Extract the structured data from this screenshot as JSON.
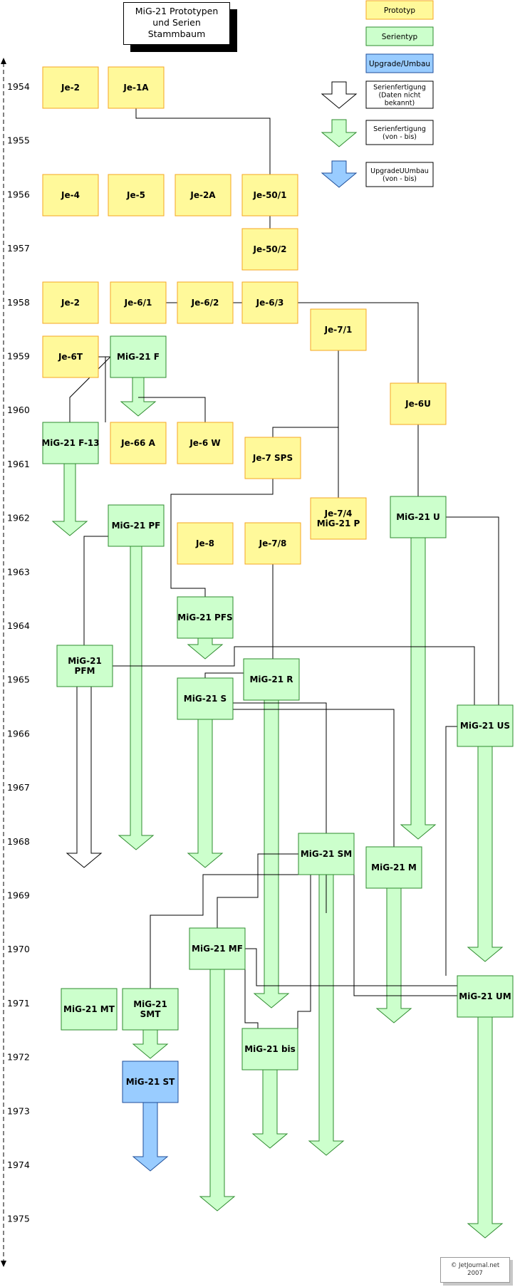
{
  "title": {
    "line1": "MiG-21 Prototypen",
    "line2": "und Serien",
    "line3": "Stammbaum"
  },
  "credit": {
    "line1": "© JetJournal.net",
    "line2": "2007"
  },
  "colors": {
    "prototype_fill": "#fff99a",
    "prototype_border": "#f5a623",
    "series_fill": "#ccffcc",
    "series_border": "#2e8b2e",
    "upgrade_fill": "#99ccff",
    "upgrade_border": "#1f4e99",
    "white_arrow_fill": "#ffffff",
    "line": "#000000"
  },
  "legend": [
    {
      "name": "legend-prototype",
      "kind": "box",
      "style": "prototype",
      "label": "Prototyp"
    },
    {
      "name": "legend-series",
      "kind": "box",
      "style": "series",
      "label": "Serientyp"
    },
    {
      "name": "legend-upgrade",
      "kind": "box",
      "style": "upgrade",
      "label": "Upgrade/Umbau"
    },
    {
      "name": "legend-arrow-white",
      "kind": "arrow",
      "style": "white",
      "lines": [
        "Serienfertigung",
        "(Daten nicht",
        "bekannt)"
      ]
    },
    {
      "name": "legend-arrow-green",
      "kind": "arrow",
      "style": "series",
      "lines": [
        "Serienfertigung",
        "(von - bis)"
      ]
    },
    {
      "name": "legend-arrow-blue",
      "kind": "arrow",
      "style": "upgrade",
      "lines": [
        "UpgradeUUmbau",
        "(von - bis)"
      ]
    }
  ],
  "years": [
    "1954",
    "1955",
    "1956",
    "1957",
    "1958",
    "1959",
    "1960",
    "1961",
    "1962",
    "1963",
    "1964",
    "1965",
    "1966",
    "1967",
    "1968",
    "1969",
    "1970",
    "1971",
    "1972",
    "1973",
    "1974",
    "1975"
  ],
  "nodes": [
    {
      "id": "je2a",
      "lines": [
        "Je-2"
      ],
      "type": "prototype"
    },
    {
      "id": "je1a",
      "lines": [
        "Je-1A"
      ],
      "type": "prototype"
    },
    {
      "id": "je4",
      "lines": [
        "Je-4"
      ],
      "type": "prototype"
    },
    {
      "id": "je5",
      "lines": [
        "Je-5"
      ],
      "type": "prototype"
    },
    {
      "id": "je2A",
      "lines": [
        "Je-2A"
      ],
      "type": "prototype"
    },
    {
      "id": "je501",
      "lines": [
        "Je-50/1"
      ],
      "type": "prototype"
    },
    {
      "id": "je502",
      "lines": [
        "Je-50/2"
      ],
      "type": "prototype"
    },
    {
      "id": "je2b",
      "lines": [
        "Je-2"
      ],
      "type": "prototype"
    },
    {
      "id": "je61",
      "lines": [
        "Je-6/1"
      ],
      "type": "prototype"
    },
    {
      "id": "je62",
      "lines": [
        "Je-6/2"
      ],
      "type": "prototype"
    },
    {
      "id": "je63",
      "lines": [
        "Je-6/3"
      ],
      "type": "prototype"
    },
    {
      "id": "je71",
      "lines": [
        "Je-7/1"
      ],
      "type": "prototype"
    },
    {
      "id": "je6t",
      "lines": [
        "Je-6T"
      ],
      "type": "prototype"
    },
    {
      "id": "mig21f",
      "lines": [
        "MiG-21 F"
      ],
      "type": "series"
    },
    {
      "id": "je6u",
      "lines": [
        "Je-6U"
      ],
      "type": "prototype"
    },
    {
      "id": "f13",
      "lines": [
        "MiG-21 F-13"
      ],
      "type": "series"
    },
    {
      "id": "je66a",
      "lines": [
        "Je-66 A"
      ],
      "type": "prototype"
    },
    {
      "id": "je6w",
      "lines": [
        "Je-6 W"
      ],
      "type": "prototype"
    },
    {
      "id": "je7sps",
      "lines": [
        "Je-7 SPS"
      ],
      "type": "prototype"
    },
    {
      "id": "je74",
      "lines": [
        "Je-7/4",
        "MiG-21 P"
      ],
      "type": "prototype"
    },
    {
      "id": "pf",
      "lines": [
        "MiG-21 PF"
      ],
      "type": "series"
    },
    {
      "id": "u",
      "lines": [
        "MiG-21 U"
      ],
      "type": "series"
    },
    {
      "id": "je8",
      "lines": [
        "Je-8"
      ],
      "type": "prototype"
    },
    {
      "id": "je78",
      "lines": [
        "Je-7/8"
      ],
      "type": "prototype"
    },
    {
      "id": "pfs",
      "lines": [
        "MiG-21 PFS"
      ],
      "type": "series"
    },
    {
      "id": "pfm",
      "lines": [
        "MiG-21",
        "PFM"
      ],
      "type": "series"
    },
    {
      "id": "r",
      "lines": [
        "MiG-21 R"
      ],
      "type": "series"
    },
    {
      "id": "s",
      "lines": [
        "MiG-21 S"
      ],
      "type": "series"
    },
    {
      "id": "us",
      "lines": [
        "MiG-21 US"
      ],
      "type": "series"
    },
    {
      "id": "sm",
      "lines": [
        "MiG-21 SM"
      ],
      "type": "series"
    },
    {
      "id": "m",
      "lines": [
        "MiG-21 M"
      ],
      "type": "series"
    },
    {
      "id": "mf",
      "lines": [
        "MiG-21 MF"
      ],
      "type": "series"
    },
    {
      "id": "mt",
      "lines": [
        "MiG-21 MT"
      ],
      "type": "series"
    },
    {
      "id": "smt",
      "lines": [
        "MiG-21",
        "SMT"
      ],
      "type": "series"
    },
    {
      "id": "um",
      "lines": [
        "MiG-21 UM"
      ],
      "type": "series"
    },
    {
      "id": "bis",
      "lines": [
        "MiG-21 bis"
      ],
      "type": "series"
    },
    {
      "id": "st",
      "lines": [
        "MiG-21 ST"
      ],
      "type": "upgrade"
    }
  ],
  "arrows": [
    {
      "id": "f",
      "style": "series"
    },
    {
      "id": "f13",
      "style": "series"
    },
    {
      "id": "pf",
      "style": "series"
    },
    {
      "id": "u",
      "style": "series"
    },
    {
      "id": "pfs",
      "style": "series"
    },
    {
      "id": "pfm",
      "style": "white"
    },
    {
      "id": "r",
      "style": "series"
    },
    {
      "id": "s",
      "style": "series"
    },
    {
      "id": "us",
      "style": "series"
    },
    {
      "id": "sm",
      "style": "series"
    },
    {
      "id": "m",
      "style": "series"
    },
    {
      "id": "mf",
      "style": "series"
    },
    {
      "id": "smt",
      "style": "series"
    },
    {
      "id": "um",
      "style": "series"
    },
    {
      "id": "bis",
      "style": "series"
    },
    {
      "id": "st",
      "style": "upgrade"
    }
  ]
}
